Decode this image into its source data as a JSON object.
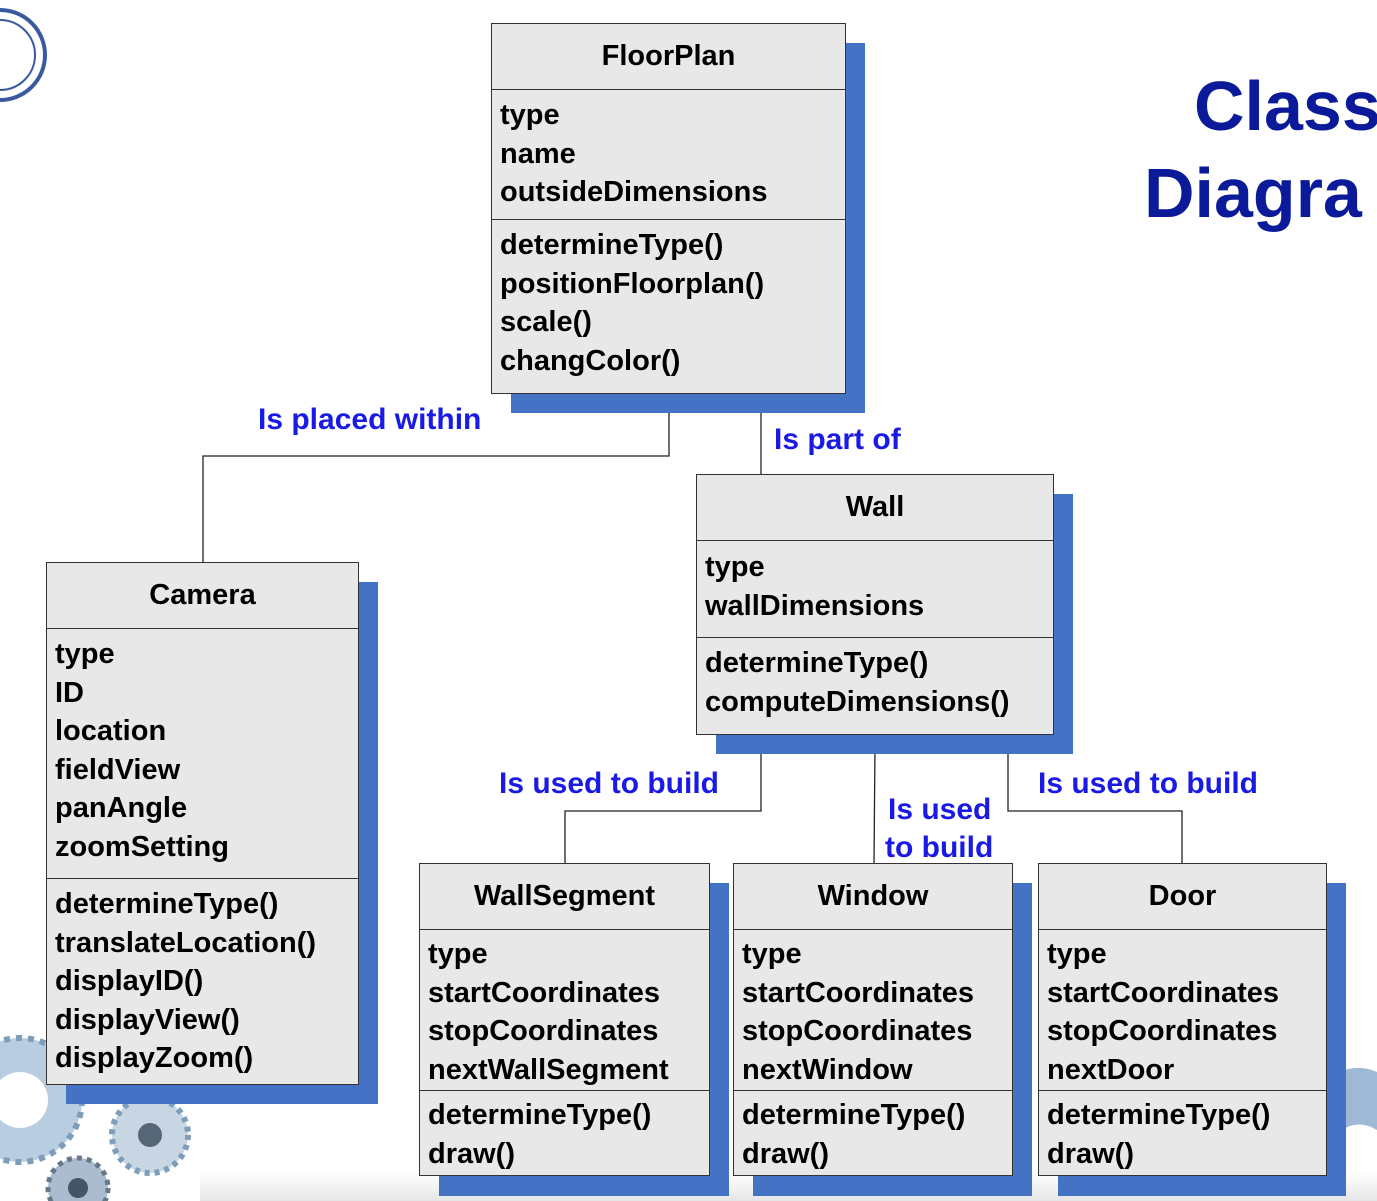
{
  "title": {
    "line1": "Class",
    "line2": "Diagra"
  },
  "classes": {
    "floorplan": {
      "name": "FloorPlan",
      "attributes": [
        "type",
        "name",
        "outsideDimensions"
      ],
      "methods": [
        "determineType()",
        "positionFloorplan()",
        "scale()",
        "changColor()"
      ]
    },
    "wall": {
      "name": "Wall",
      "attributes": [
        "type",
        "wallDimensions"
      ],
      "methods": [
        "determineType()",
        "computeDimensions()"
      ]
    },
    "camera": {
      "name": "Camera",
      "attributes": [
        "type",
        "ID",
        "location",
        "fieldView",
        "panAngle",
        "zoomSetting"
      ],
      "methods": [
        "determineType()",
        "translateLocation()",
        "displayID()",
        "displayView()",
        "displayZoom()"
      ]
    },
    "wallsegment": {
      "name": "WallSegment",
      "attributes": [
        "type",
        "startCoordinates",
        "stopCoordinates",
        "nextWallSegment"
      ],
      "methods": [
        "determineType()",
        "draw()"
      ]
    },
    "window": {
      "name": "Window",
      "attributes": [
        "type",
        "startCoordinates",
        "stopCoordinates",
        "nextWindow"
      ],
      "methods": [
        "determineType()",
        "draw()"
      ]
    },
    "door": {
      "name": "Door",
      "attributes": [
        "type",
        "startCoordinates",
        "stopCoordinates",
        "nextDoor"
      ],
      "methods": [
        "determineType()",
        "draw()"
      ]
    }
  },
  "relationships": {
    "camera_floorplan": "Is placed within",
    "wall_floorplan": "Is part of",
    "wallsegment_wall": "Is used to build",
    "window_wall_1": "Is used",
    "window_wall_2": "to build",
    "door_wall": "Is used to build"
  },
  "colors": {
    "shadow": "#4472c4",
    "label": "#1a1ae6",
    "title": "#0a1a99",
    "box": "#e8e8e8"
  }
}
